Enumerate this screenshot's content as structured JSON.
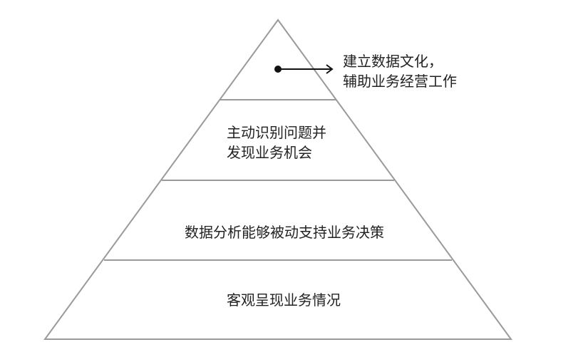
{
  "diagram": {
    "annotation": {
      "line1": "建立数据文化，",
      "line2": "辅助业务经营工作"
    },
    "tiers": [
      {
        "line1": "主动识别问题并",
        "line2": "发现业务机会"
      },
      {
        "label": "数据分析能够被动支持业务决策"
      },
      {
        "label": "客观呈现业务情况"
      }
    ],
    "colors": {
      "stroke": "#9a9a9a",
      "text": "#222222",
      "arrow": "#111111"
    }
  }
}
